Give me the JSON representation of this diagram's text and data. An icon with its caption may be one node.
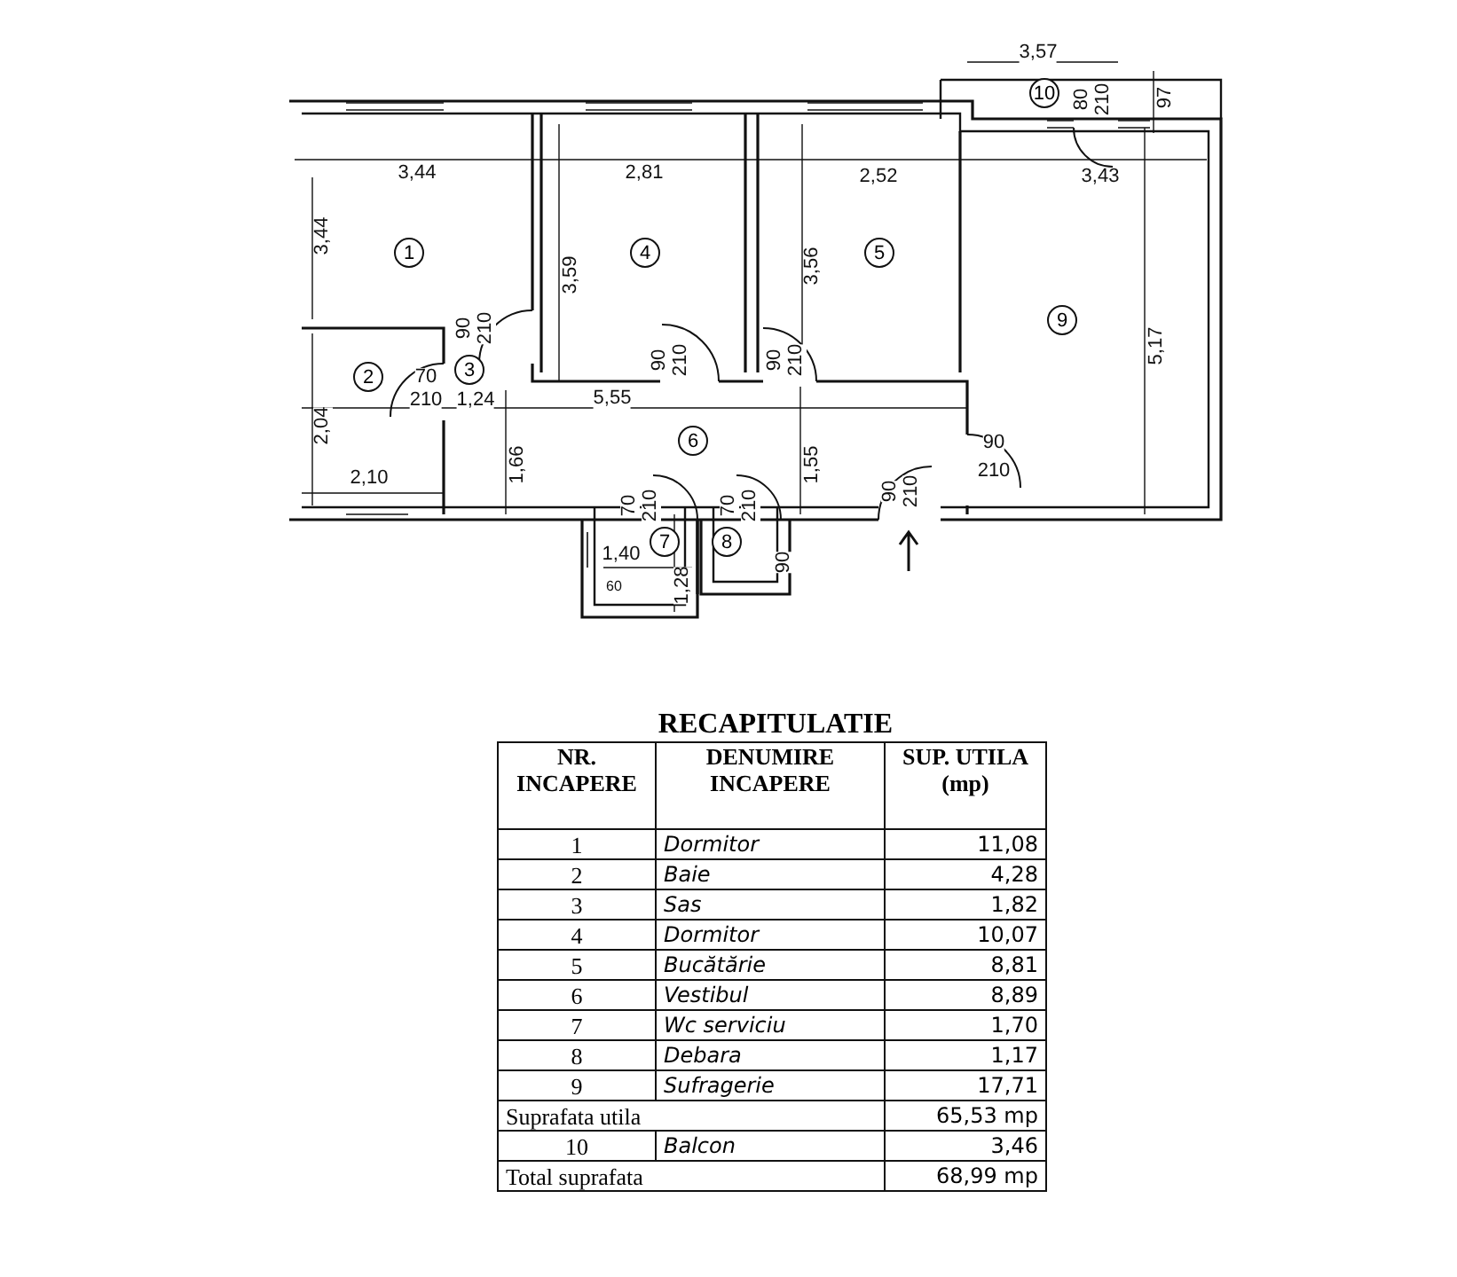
{
  "diagram": {
    "title": "RECAPITULATIE",
    "nodes": [
      {
        "text": [
          "1"
        ]
      },
      {
        "text": [
          "2"
        ]
      },
      {
        "text": [
          "3"
        ]
      },
      {
        "text": [
          "4"
        ]
      },
      {
        "text": [
          "5"
        ]
      },
      {
        "text": [
          "6"
        ]
      },
      {
        "text": [
          "7"
        ]
      },
      {
        "text": [
          "8"
        ]
      },
      {
        "text": [
          "9"
        ]
      },
      {
        "text": [
          "10"
        ]
      }
    ],
    "labels": [
      "3,57",
      "80",
      "210",
      "97",
      "3,44",
      "2,81",
      "2,52",
      "3,43",
      "3,44",
      "3,59",
      "3,56",
      "5,17",
      "90",
      "210",
      "90",
      "210",
      "90",
      "210",
      "70",
      "210",
      "1,24",
      "5,55",
      "2,04",
      "1,66",
      "1,55",
      "90",
      "210",
      "2,10",
      "70",
      "210",
      "70",
      "210",
      "90",
      "210",
      "1,40",
      "60",
      "1,28",
      "90",
      "NR. INCAPERE",
      "DENUMIRE INCAPERE",
      "SUP. UTILA (mp)",
      "1",
      "Dormitor",
      "11,08",
      "2",
      "Baie",
      "4,28",
      "3",
      "Sas",
      "1,82",
      "4",
      "Dormitor",
      "10,07",
      "5",
      "Bucătărie",
      "8,81",
      "6",
      "Vestibul",
      "8,89",
      "7",
      "Wc serviciu",
      "1,70",
      "8",
      "Debara",
      "1,17",
      "9",
      "Sufragerie",
      "17,71",
      "Suprafata utila",
      "65,53 mp",
      "10",
      "Balcon",
      "3,46",
      "Total suprafata",
      "68,99 mp"
    ]
  }
}
